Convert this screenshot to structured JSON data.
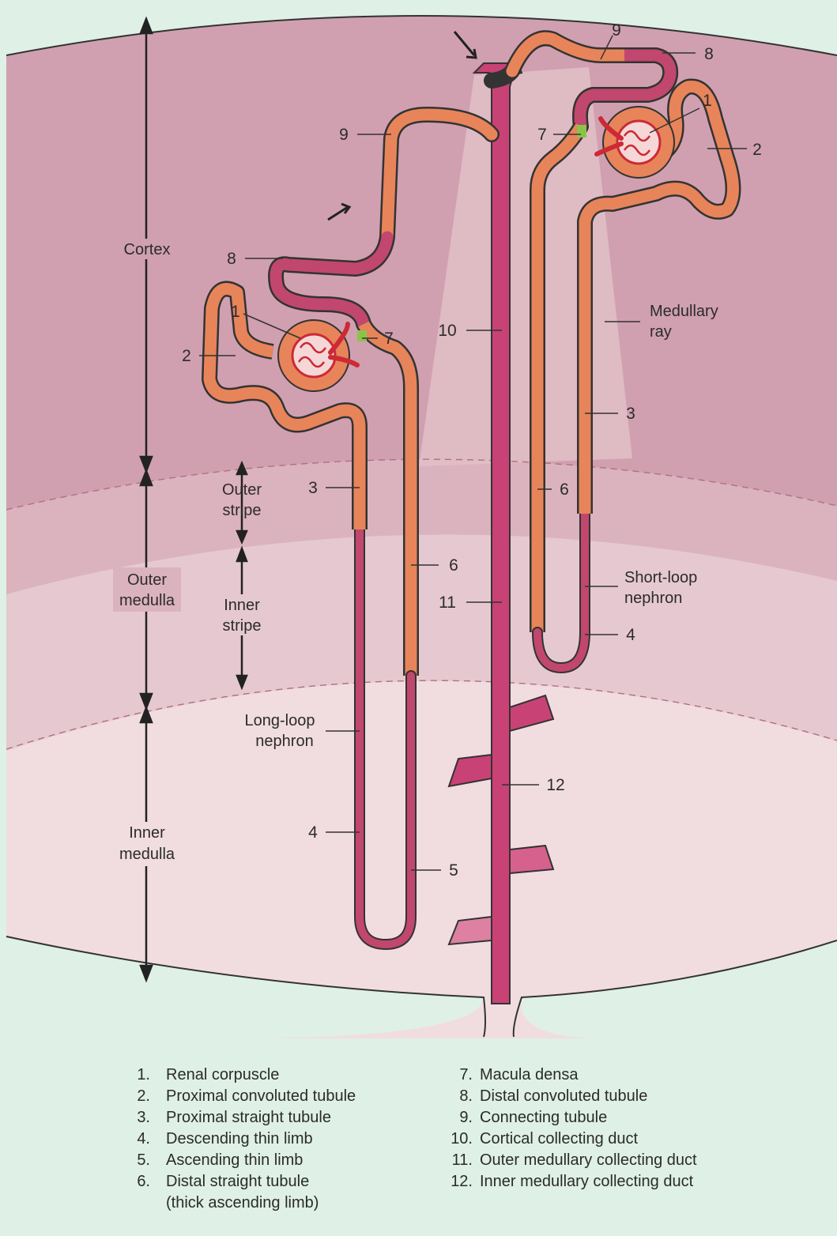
{
  "zones": {
    "cortex": "Cortex",
    "outer_medulla": [
      "Outer",
      "medulla"
    ],
    "inner_medulla": [
      "Inner",
      "medulla"
    ],
    "outer_stripe": [
      "Outer",
      "stripe"
    ],
    "inner_stripe": [
      "Inner",
      "stripe"
    ]
  },
  "annotations": {
    "medullary_ray": [
      "Medullary",
      "ray"
    ],
    "short_loop_nephron": [
      "Short-loop",
      "nephron"
    ],
    "long_loop_nephron": [
      "Long-loop",
      "nephron"
    ]
  },
  "numbers": {
    "n1": "1",
    "n2": "2",
    "n3": "3",
    "n4": "4",
    "n5": "5",
    "n6": "6",
    "n7": "7",
    "n8": "8",
    "n9": "9",
    "n10": "10",
    "n11": "11",
    "n12": "12"
  },
  "legend": {
    "left": [
      {
        "num": "1.",
        "text": "Renal corpuscle"
      },
      {
        "num": "2.",
        "text": "Proximal convoluted tubule"
      },
      {
        "num": "3.",
        "text": "Proximal straight tubule"
      },
      {
        "num": "4.",
        "text": "Descending thin limb"
      },
      {
        "num": "5.",
        "text": "Ascending thin limb"
      },
      {
        "num": "6.",
        "text": "Distal straight tubule"
      },
      {
        "num": "",
        "text": "(thick ascending limb)"
      }
    ],
    "right": [
      {
        "num": "7.",
        "text": "Macula densa"
      },
      {
        "num": "8.",
        "text": "Distal convoluted tubule"
      },
      {
        "num": "9.",
        "text": "Connecting tubule"
      },
      {
        "num": "10.",
        "text": "Cortical collecting duct"
      },
      {
        "num": "11.",
        "text": "Outer medullary collecting duct"
      },
      {
        "num": "12.",
        "text": "Inner medullary collecting duct"
      }
    ]
  },
  "colors": {
    "background": "#dff0e6",
    "cortex": "#d0a0b0",
    "outer_stripe": "#dbb3bf",
    "inner_stripe": "#e6c9d0",
    "inner_medulla": "#f1dde0",
    "proximal_tubule": "#e8845a",
    "thin_limb_distal": "#c1476f",
    "collecting_duct": "#c94275",
    "capillary": "#cc2a34",
    "macula_densa": "#8bc34a"
  }
}
